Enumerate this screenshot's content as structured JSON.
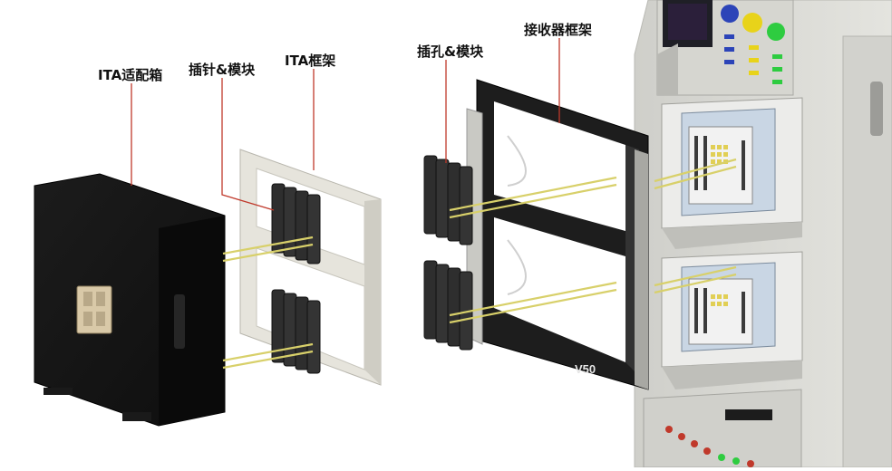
{
  "labels": {
    "ita_box": "ITA适配箱",
    "pin_module": "插针&模块",
    "ita_frame": "ITA框架",
    "socket_module": "插孔&模块",
    "receiver_frame": "接收器框架"
  },
  "receiver_model": "V50",
  "colors": {
    "leader": "#c0392b",
    "wire": "#d8d06a",
    "box": "#141414",
    "frame_light": "#e6e4dc",
    "cabinet": "#d9d9d4",
    "module_dark": "#2e2e2e",
    "led_red": "#c0392b",
    "led_green": "#2ecc40",
    "knob_blue": "#2c44b8",
    "knob_yellow": "#e8d31a"
  }
}
